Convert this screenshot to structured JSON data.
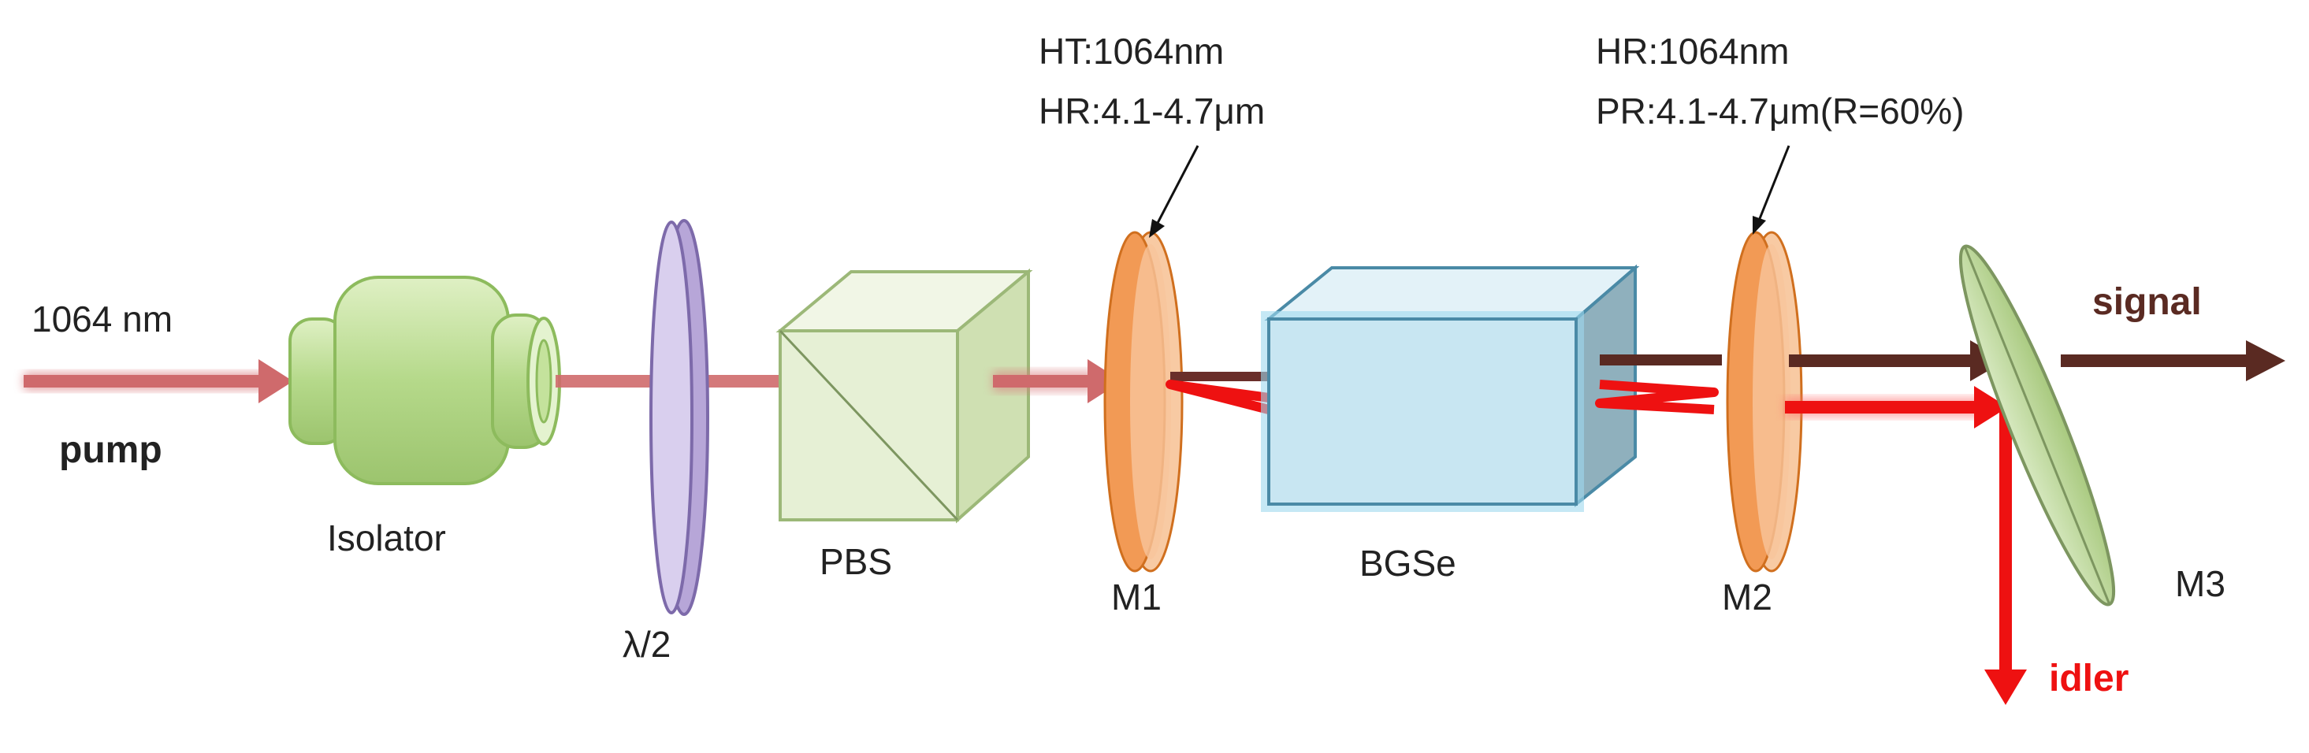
{
  "labels": {
    "input_wavelength": "1064 nm",
    "pump": "pump",
    "isolator": "Isolator",
    "half_wave_plate": "λ/2",
    "pbs": "PBS",
    "m1": "M1",
    "bgse": "BGSe",
    "m2": "M2",
    "m3": "M3",
    "signal": "signal",
    "idler": "idler"
  },
  "m1_coating": {
    "line1": "HT:1064nm",
    "line2": "HR:4.1-4.7μm"
  },
  "m2_coating": {
    "line1": "HR:1064nm",
    "line2": "PR:4.1-4.7μm(R=60%)"
  },
  "colors": {
    "pump_beam": "#d9797b",
    "signal_beam": "#5a2a22",
    "idler_beam": "#ee1111",
    "isolator": "#b8dc88",
    "half_wave_plate": "#cbbce4",
    "pbs": "#e6f0d5",
    "mirror": "#f29a55",
    "crystal": "#c8e6f2",
    "m3": "#c3dca2"
  }
}
